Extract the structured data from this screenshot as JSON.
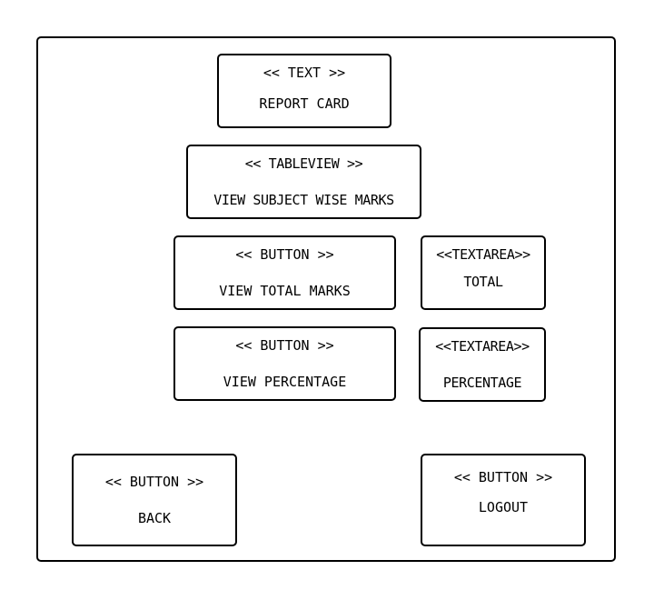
{
  "widgets": {
    "title": {
      "stereotype": "<< TEXT >>",
      "label": "REPORT CARD"
    },
    "subject_marks": {
      "stereotype": "<< TABLEVIEW >>",
      "label": "VIEW SUBJECT WISE MARKS"
    },
    "total_marks_button": {
      "stereotype": "<< BUTTON >>",
      "label": "VIEW TOTAL MARKS"
    },
    "total_textarea": {
      "stereotype": "<<TEXTAREA>>",
      "label": "TOTAL"
    },
    "percentage_button": {
      "stereotype": "<< BUTTON >>",
      "label": "VIEW PERCENTAGE"
    },
    "percentage_textarea": {
      "stereotype": "<<TEXTAREA>>",
      "label": "PERCENTAGE"
    },
    "back_button": {
      "stereotype": "<< BUTTON >>",
      "label": "BACK"
    },
    "logout_button": {
      "stereotype": "<< BUTTON >>",
      "label": "LOGOUT"
    }
  }
}
